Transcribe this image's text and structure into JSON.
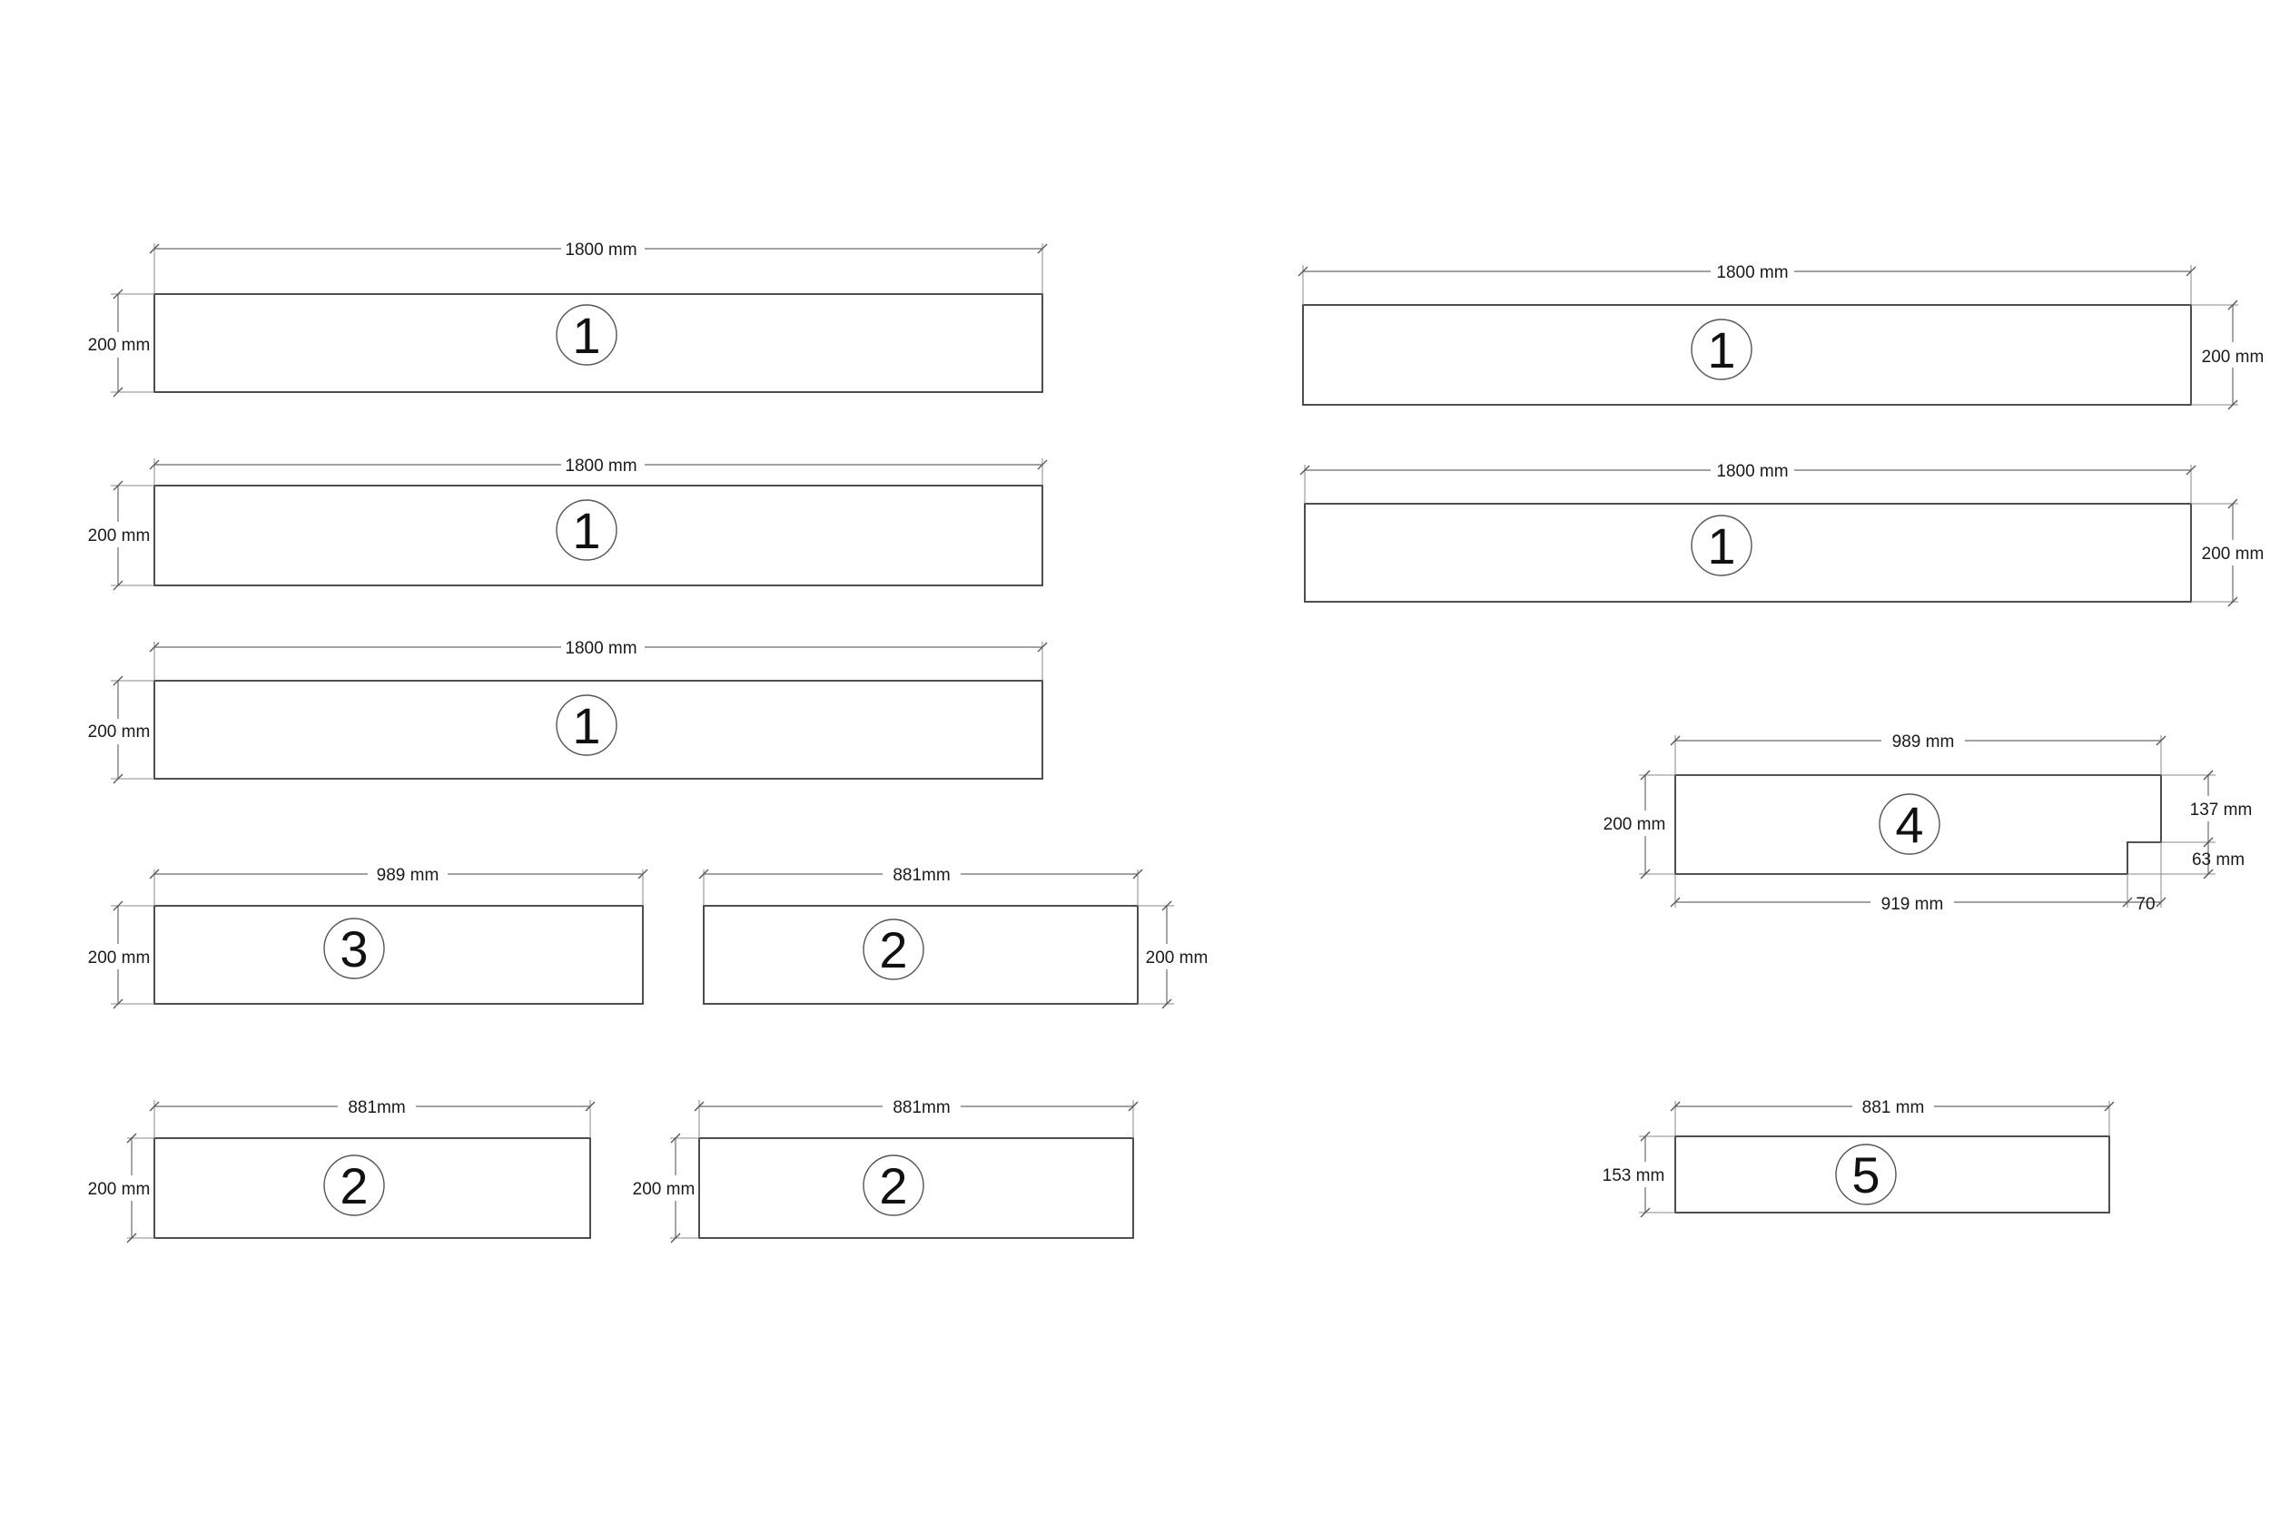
{
  "drawing": {
    "units": "mm",
    "panels": [
      {
        "number": "1",
        "width_label": "1800 mm",
        "height_label": "200 mm"
      },
      {
        "number": "1",
        "width_label": "1800 mm",
        "height_label": "200 mm"
      },
      {
        "number": "1",
        "width_label": "1800 mm",
        "height_label": "200 mm"
      },
      {
        "number": "3",
        "width_label": "989 mm",
        "height_label": "200 mm"
      },
      {
        "number": "2",
        "width_label": "881mm",
        "height_label": "200 mm"
      },
      {
        "number": "2",
        "width_label": "881mm",
        "height_label": "200 mm"
      },
      {
        "number": "2",
        "width_label": "881mm",
        "height_label": "200 mm"
      },
      {
        "number": "1",
        "width_label": "1800 mm",
        "height_label": "200 mm"
      },
      {
        "number": "1",
        "width_label": "1800 mm",
        "height_label": "200 mm"
      },
      {
        "number": "4",
        "width_label": "989 mm",
        "height_label": "200 mm",
        "bottom_label": "919 mm",
        "notch_width_label": "70",
        "upper_height_label": "137 mm",
        "notch_height_label": "63 mm"
      },
      {
        "number": "5",
        "width_label": "881 mm",
        "height_label": "153 mm"
      }
    ]
  }
}
